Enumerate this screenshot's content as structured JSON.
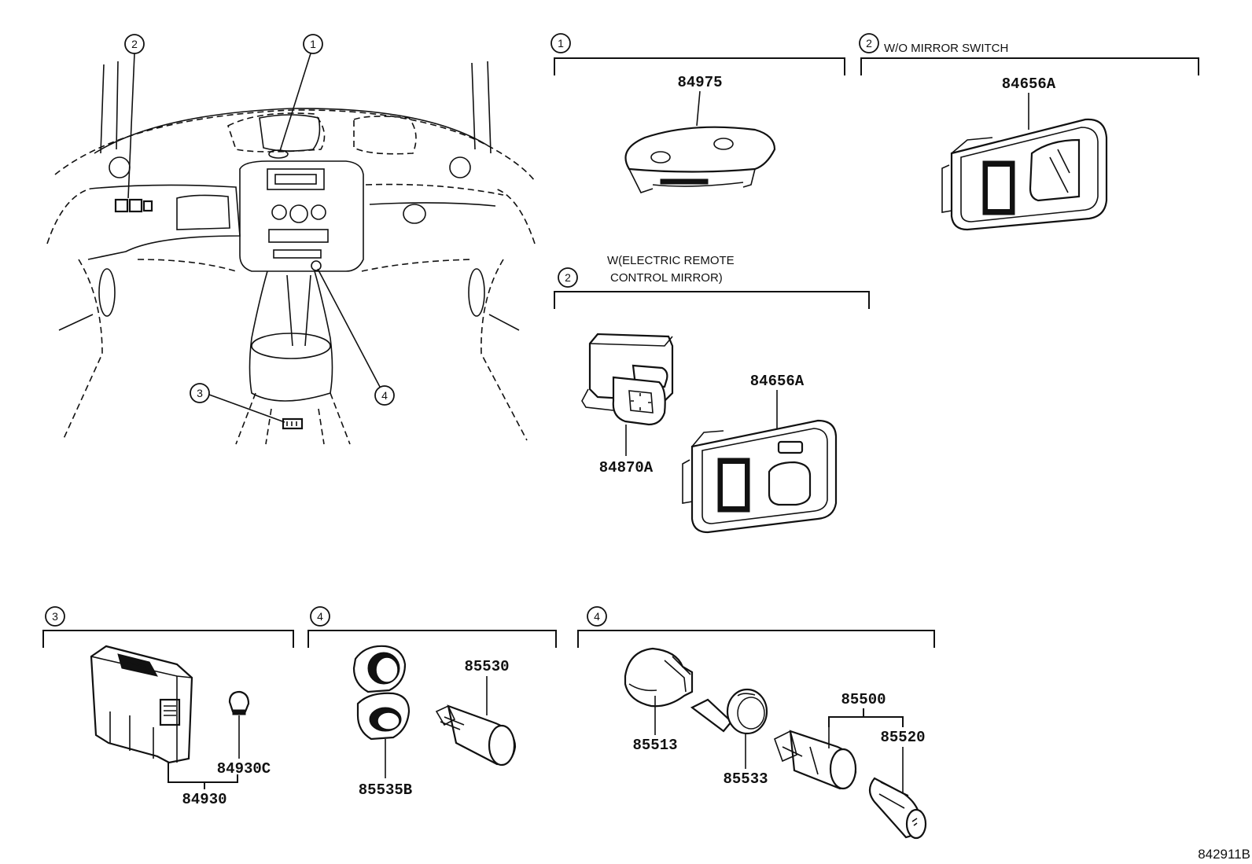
{
  "callouts": {
    "c1": "1",
    "c2": "2",
    "c3": "3",
    "c4": "4"
  },
  "sections": {
    "s1": {
      "num": "1",
      "subtitle": ""
    },
    "s2a": {
      "num": "2",
      "subtitle": "W/O MIRROR SWITCH"
    },
    "s2b": {
      "num": "2",
      "subtitle_line1": "W(ELECTRIC REMOTE",
      "subtitle_line2": "CONTROL MIRROR)"
    },
    "s3": {
      "num": "3"
    },
    "s4a": {
      "num": "4"
    },
    "s4b": {
      "num": "4"
    }
  },
  "parts": {
    "p84975": "84975",
    "p84656A_top": "84656A",
    "p84656A_mid": "84656A",
    "p84870A": "84870A",
    "p84930": "84930",
    "p84930C": "84930C",
    "p85530": "85530",
    "p85535B": "85535B",
    "p85513": "85513",
    "p85533": "85533",
    "p85500": "85500",
    "p85520": "85520"
  },
  "figure_code": "842911B"
}
